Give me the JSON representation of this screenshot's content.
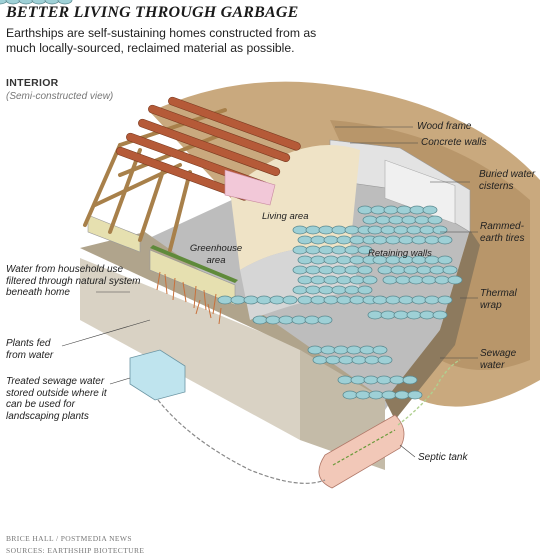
{
  "header": {
    "title": "BETTER LIVING THROUGH GARBAGE",
    "subtitle": "Earthships are self-sustaining homes constructed from as much locally-sourced, reclaimed material as possible.",
    "section_label": "INTERIOR",
    "section_sub": "(Semi-constructed view)"
  },
  "labels": {
    "wood_frame": "Wood frame",
    "concrete_walls": "Concrete walls",
    "buried_water": "Buried water cisterns",
    "rammed_earth": "Rammed-earth tires",
    "thermal_wrap": "Thermal wrap",
    "sewage_water": "Sewage water",
    "septic_tank": "Septic tank",
    "living_area": "Living area",
    "greenhouse_area": "Greenhouse area",
    "retaining_walls": "Retaining walls",
    "water_household": "Water from household use filtered through natural system beneath home",
    "plants_fed": "Plants fed from water",
    "treated_sewage": "Treated sewage water stored outside where it can be used for landscaping plants"
  },
  "credits": {
    "line1": "BRICE HALL / POSTMEDIA NEWS",
    "line2": "SOURCES: EARTHSHIP BIOTECTURE"
  },
  "colors": {
    "earth": "#c9a97e",
    "earth_dark": "#a6845a",
    "floor": "#bfbfbf",
    "tire": "#9ed0d6",
    "tire_dark": "#5c8a90",
    "wood": "#e8c88c",
    "beam": "#b55a38",
    "plaster": "#efe3c6",
    "tank": "#f2c8b8",
    "pink": "#f2c8d8"
  }
}
